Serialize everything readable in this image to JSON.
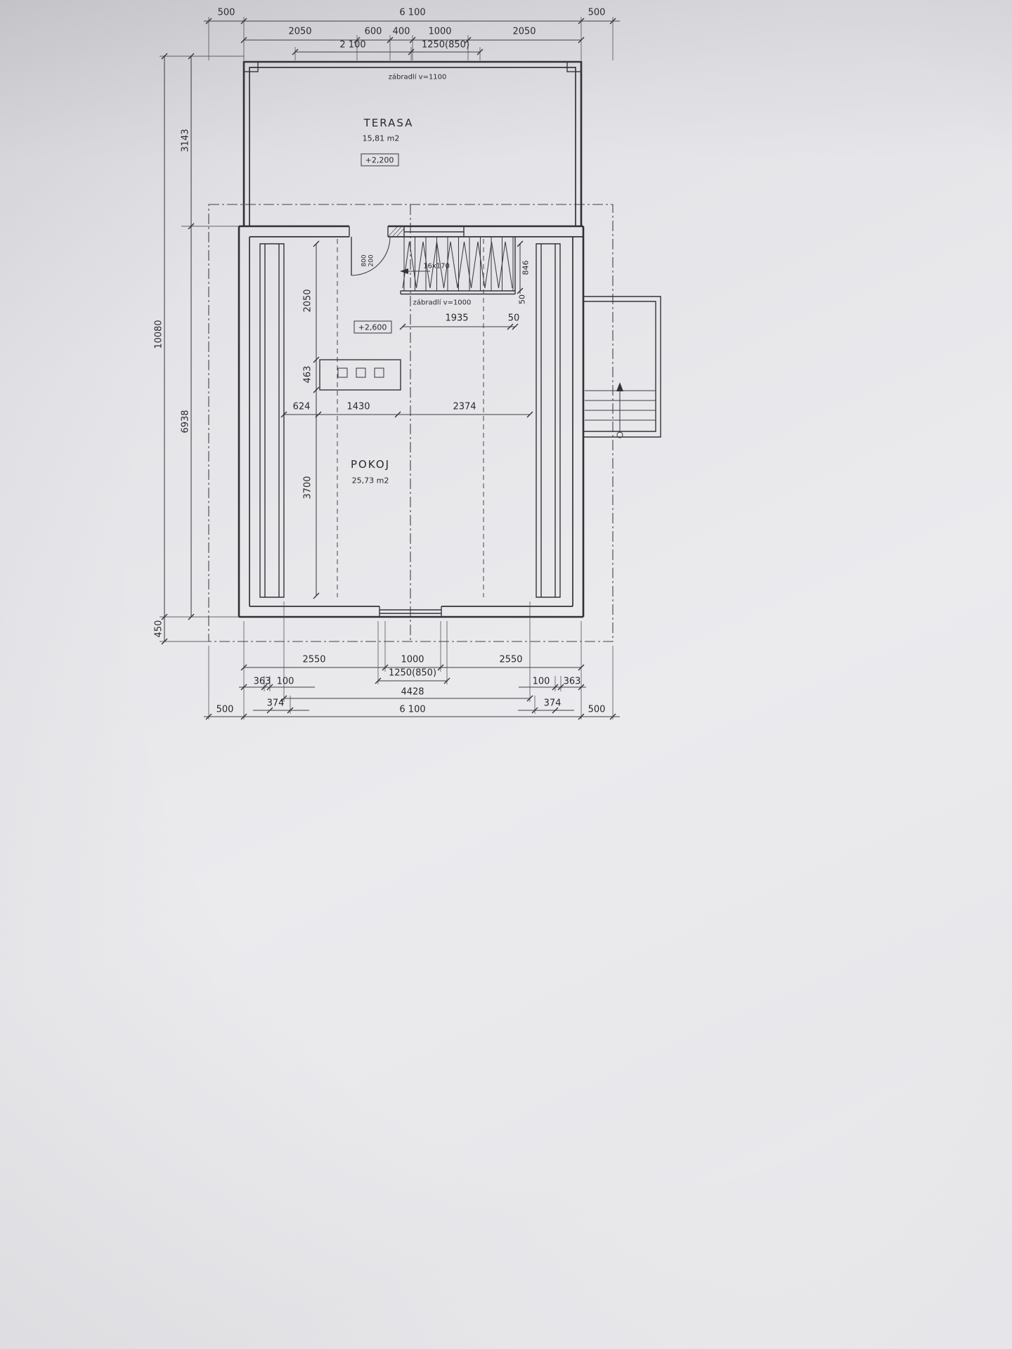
{
  "terrace": {
    "label": "TERASA",
    "area": "15,81 m2",
    "level": "+2,200",
    "railing": "zábradlí  v=1100"
  },
  "room": {
    "label": "POKOJ",
    "area": "25,73 m2",
    "level": "+2,600",
    "stairs": "16x170",
    "railing": "zábradlí  v=1000",
    "door": "800\n200"
  },
  "dims": {
    "top1": [
      "500",
      "6 100",
      "500"
    ],
    "top2": [
      "2050",
      "600",
      "400",
      "1000",
      "2050"
    ],
    "top3": [
      "2 100",
      "1250(850)"
    ],
    "left": [
      "3143",
      "10080",
      "6938",
      "450"
    ],
    "room_v": [
      "2050",
      "463",
      "3700"
    ],
    "room_h": [
      "624",
      "1430",
      "2374"
    ],
    "stair_h": [
      "1935",
      "50"
    ],
    "stair_v": [
      "846",
      "50"
    ],
    "bot1": [
      "2550",
      "1000",
      "2550"
    ],
    "bot2": "1250(850)",
    "bot3": [
      "363",
      "100",
      "100",
      "363"
    ],
    "bot4": "4428",
    "bot5": [
      "374",
      "374"
    ],
    "bot6": [
      "500",
      "6 100",
      "500"
    ]
  }
}
